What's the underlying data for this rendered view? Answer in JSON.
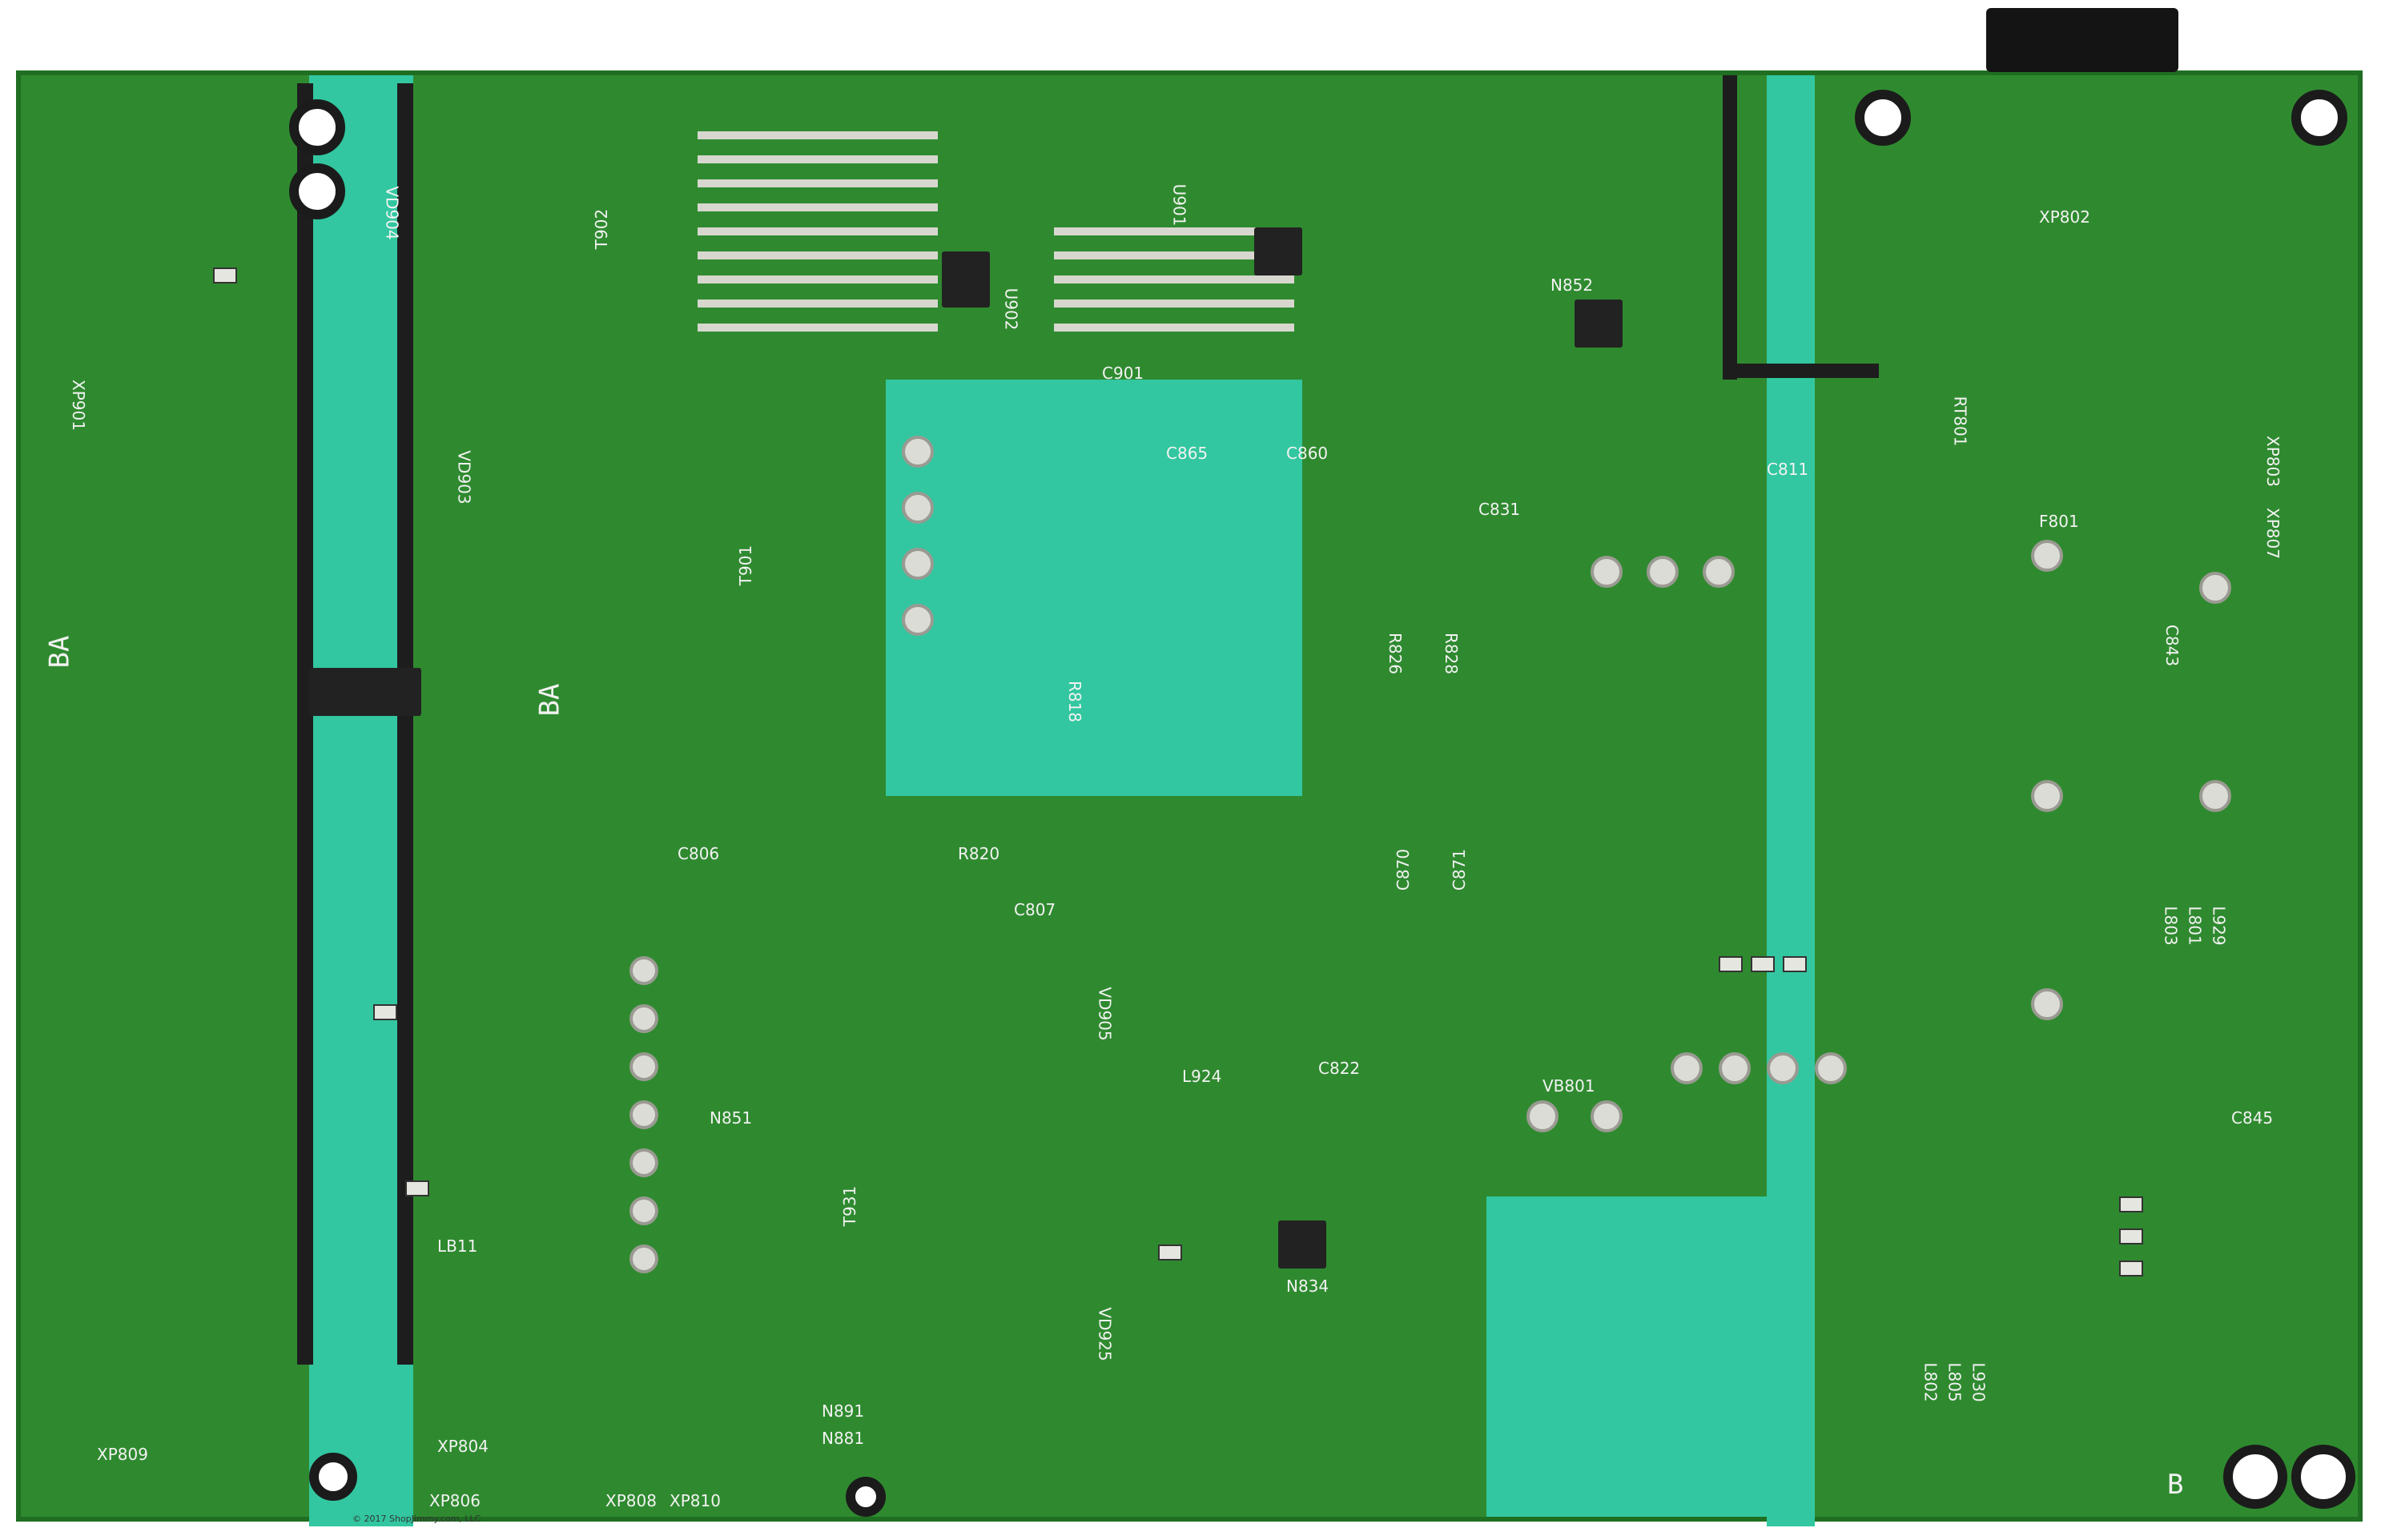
{
  "labels": {
    "t902": "T902",
    "t901": "T901",
    "t931": "T931",
    "ba_left": "BA",
    "ba_mid": "BA",
    "b_right": "B",
    "xp802": "XP802",
    "rt801": "RT801",
    "xp901": "XP901",
    "xp803": "XP803",
    "xp807": "XP807",
    "f801": "F801",
    "u901": "U901",
    "u902": "U902",
    "n852": "N852",
    "n834": "N834",
    "xp806": "XP806",
    "xp808": "XP808",
    "xp810": "XP810",
    "xp809": "XP809",
    "xp804": "XP804",
    "vb801": "VB801",
    "lb11": "LB11",
    "l924": "L924",
    "c806": "C806",
    "r820": "R820",
    "c807": "C807",
    "c822": "C822",
    "c865": "C865",
    "c860": "C860",
    "c901": "C901",
    "c831": "C831",
    "c811": "C811",
    "c843": "C843",
    "c845": "C845",
    "c870": "C870",
    "c871": "C871",
    "r818": "R818",
    "r826": "R826",
    "r828": "R828",
    "vd905": "VD905",
    "vd925": "VD925",
    "vd903": "VD903",
    "vd904": "VD904",
    "n851": "N851",
    "n881": "N881",
    "n891": "N891",
    "l802": "L802",
    "l805": "L805",
    "l930": "L930",
    "l803": "L803",
    "l801": "L801",
    "l929": "L929"
  },
  "copyright": "© 2017 ShopJimmy.com, LLC"
}
